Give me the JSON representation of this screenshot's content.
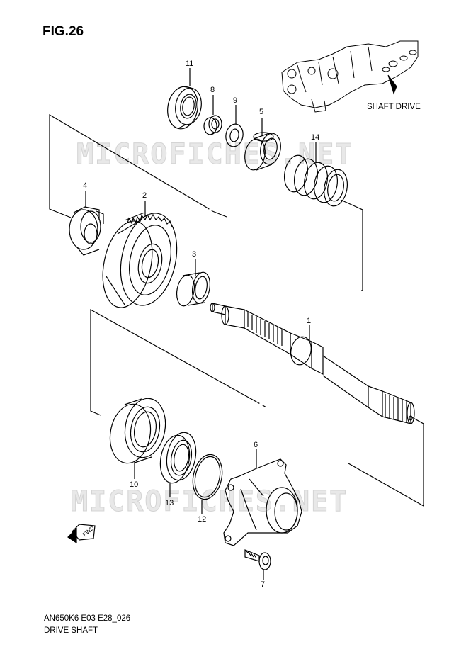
{
  "figure": {
    "title": "FIG.26"
  },
  "watermark": "MICROFICHES.NET",
  "inset": {
    "label": "SHAFT DRIVE"
  },
  "callouts": [
    "1",
    "2",
    "3",
    "4",
    "5",
    "6",
    "7",
    "8",
    "9",
    "10",
    "11",
    "12",
    "13",
    "14"
  ],
  "fwd_label": "FWD",
  "footer": {
    "code": "AN650K6 E03 E28_026",
    "caption": "DRIVE SHAFT"
  }
}
